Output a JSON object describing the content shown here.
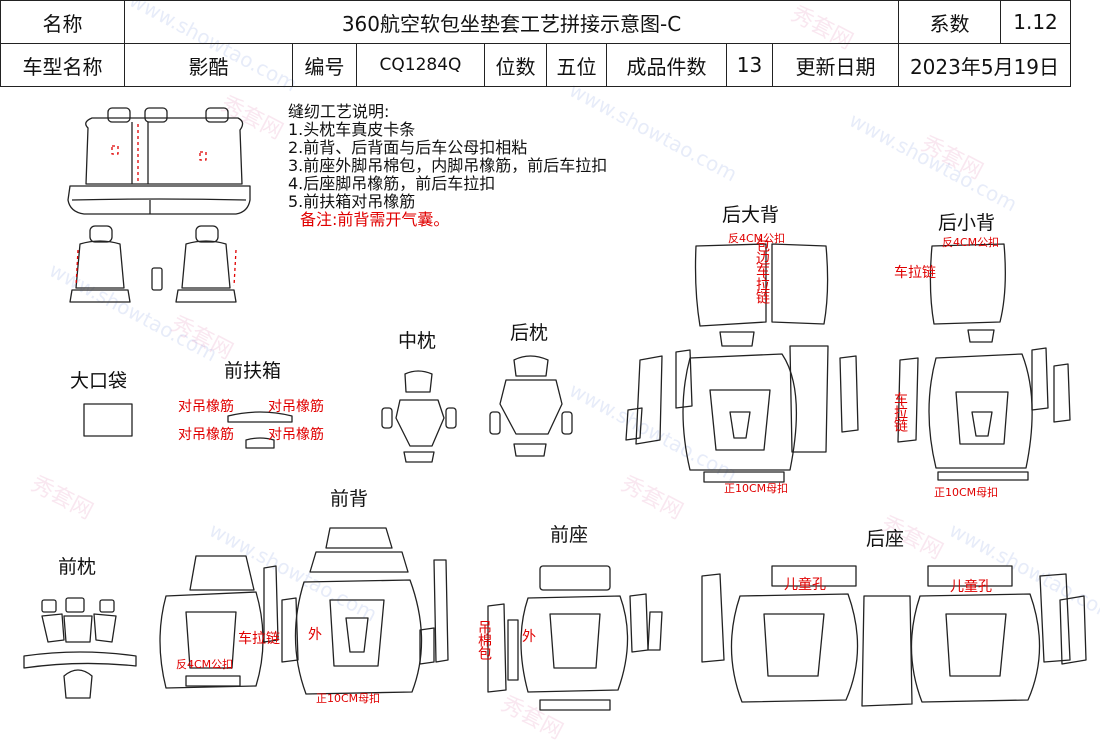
{
  "header": {
    "name_label": "名称",
    "title": "360航空软包坐垫套工艺拼接示意图-C",
    "coef_label": "系数",
    "coef_value": "1.12",
    "model_label": "车型名称",
    "model_value": "影酷",
    "code_label": "编号",
    "code_value": "CQ1284Q",
    "seats_label": "位数",
    "seats_value": "五位",
    "pieces_label": "成品件数",
    "pieces_value": "13",
    "update_label": "更新日期",
    "update_value": "2023年5月19日"
  },
  "notes": {
    "heading": "缝纫工艺说明:",
    "items": [
      "1.头枕车真皮卡条",
      "2.前背、后背面与后车公母扣相粘",
      "3.前座外脚吊棉包，内脚吊橡筋，前后车拉扣",
      "4.后座脚吊橡筋，前后车拉扣",
      "5.前扶箱对吊橡筋"
    ],
    "remark": "备注:前背需开气囊。"
  },
  "sections": {
    "rear_big_back": "后大背",
    "rear_small_back": "后小背",
    "mid_pillow": "中枕",
    "rear_pillow": "后枕",
    "big_pocket": "大口袋",
    "front_armrest": "前扶箱",
    "front_back": "前背",
    "front_seat": "前座",
    "rear_seat": "后座",
    "front_pillow": "前枕"
  },
  "annotations": {
    "rev4_a": "反4CM公扣",
    "rev4_b": "反4CM公扣",
    "rev4_c": "反4CM公扣",
    "side_zip": "包边车拉链",
    "zip": "车拉链",
    "zip_vertical": "车拉链",
    "zip_front": "车拉链",
    "pos10_a": "正10CM母扣",
    "pos10_b": "正10CM母扣",
    "pos10_c": "正10CM母扣",
    "elastic": "对吊橡筋",
    "outer": "外",
    "cotton_bag": "吊棉包",
    "child_hole": "儿童孔"
  },
  "watermark": {
    "domain": "www.showtao.com",
    "brand": "秀套网"
  },
  "colors": {
    "line": "#222222",
    "annotation": "#e00000",
    "watermark_blue": "#7896dc",
    "watermark_pink": "#dc78aa"
  }
}
